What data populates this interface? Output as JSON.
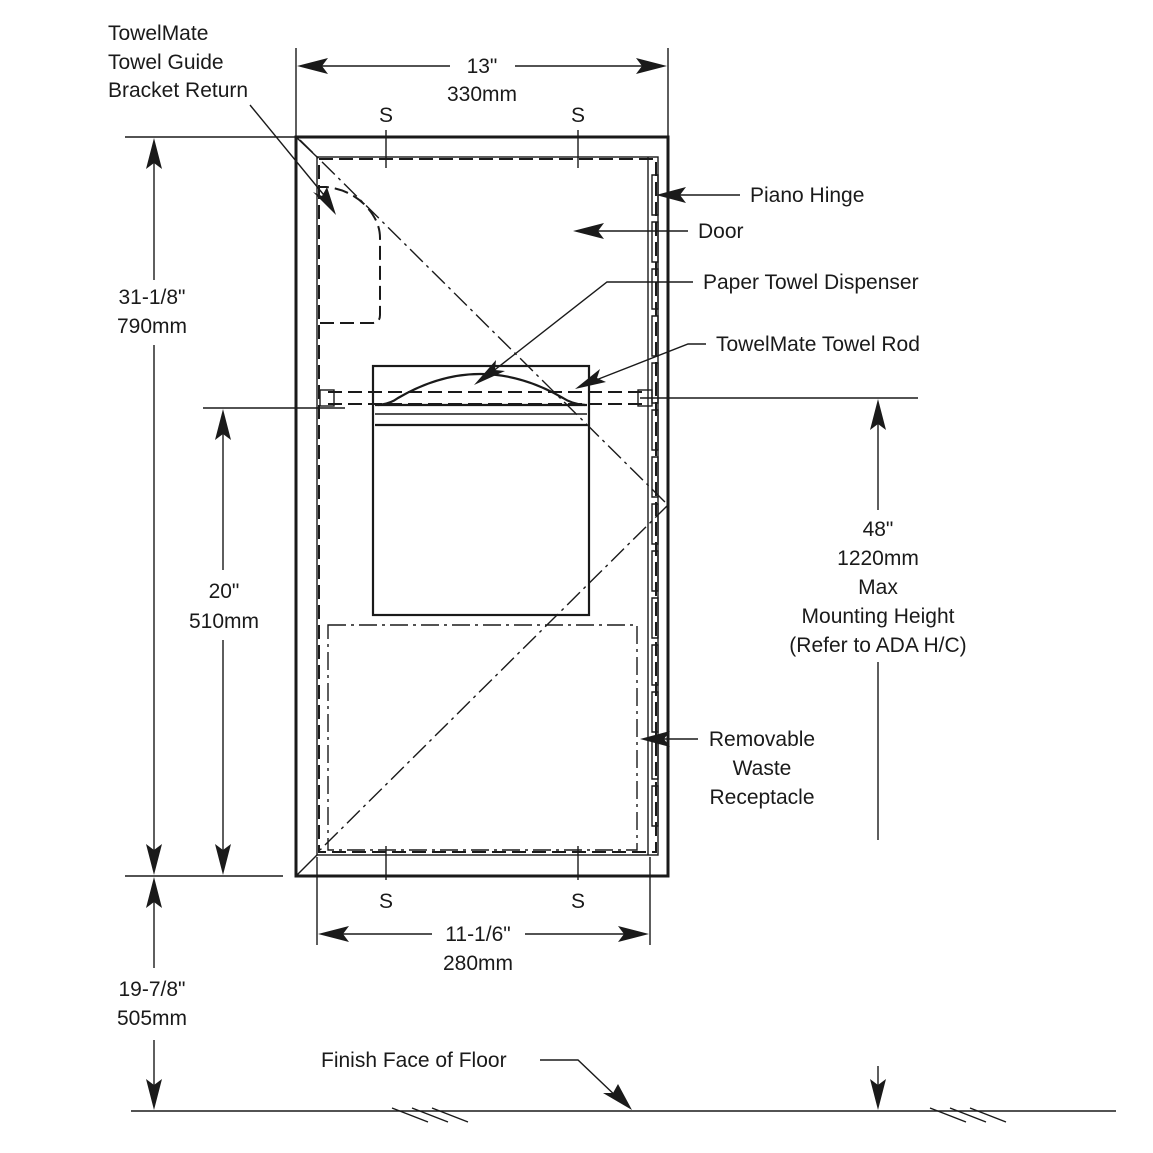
{
  "labels": {
    "guide_line1": "TowelMate",
    "guide_line2": "Towel Guide",
    "guide_line3": "Bracket Return",
    "width_top_in": "13\"",
    "width_top_mm": "330mm",
    "s_marker": "S",
    "piano_hinge": "Piano Hinge",
    "door": "Door",
    "paper_towel_dispenser": "Paper Towel Dispenser",
    "towel_rod": "TowelMate Towel Rod",
    "height_in": "31-1/8\"",
    "height_mm": "790mm",
    "rod_height_in": "20\"",
    "rod_height_mm": "510mm",
    "mount_in": "48\"",
    "mount_mm": "1220mm",
    "mount_max": "Max",
    "mount_height": "Mounting Height",
    "mount_ada": "(Refer to ADA H/C)",
    "waste_line1": "Removable",
    "waste_line2": "Waste",
    "waste_line3": "Receptacle",
    "width_bottom_in": "11-1/6\"",
    "width_bottom_mm": "280mm",
    "floor_gap_in": "19-7/8\"",
    "floor_gap_mm": "505mm",
    "floor": "Finish Face of Floor"
  }
}
